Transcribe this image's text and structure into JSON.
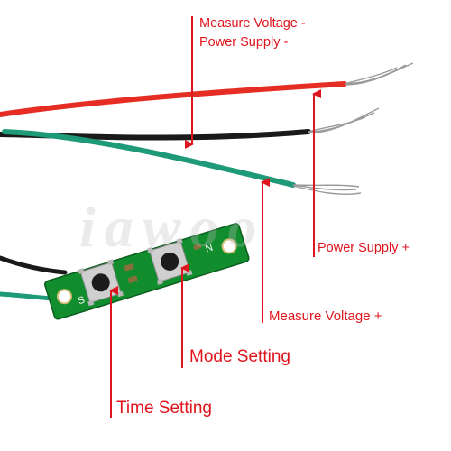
{
  "labels": {
    "measure_voltage_negative": "Measure Voltage -",
    "power_supply_negative": "Power Supply -",
    "power_supply_positive": "Power Supply +",
    "measure_voltage_positive": "Measure Voltage +",
    "mode_setting": "Mode Setting",
    "time_setting": "Time Setting"
  },
  "watermark": "iawoo",
  "board_marks": {
    "left": "S",
    "right": "N"
  },
  "colors": {
    "annotation": "#e0141c",
    "red_wire": "#e52d23",
    "black_wire": "#1a1a1a",
    "green_wire": "#1e9a78",
    "pcb": "#128d2e",
    "button_cap": "#1c1c1c"
  }
}
